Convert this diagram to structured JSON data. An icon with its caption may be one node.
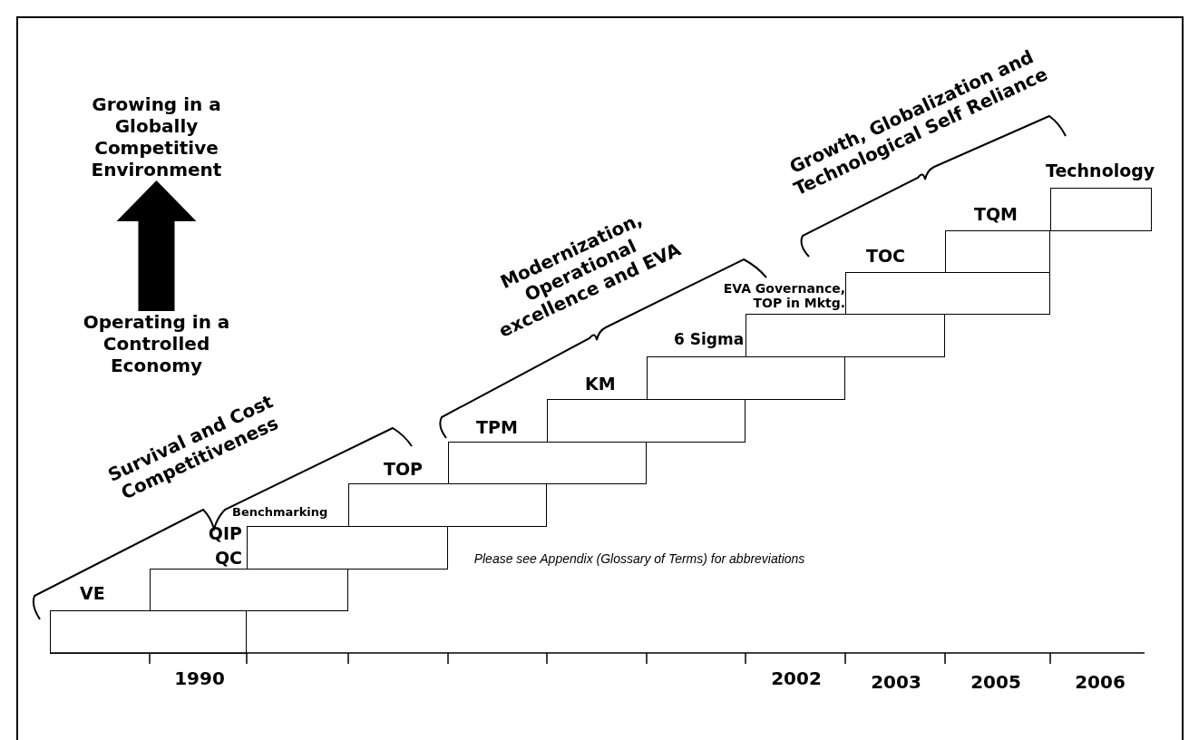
{
  "diagram": {
    "nodes": [
      {
        "text": [
          "Growing in a Globally Competitive Environment"
        ]
      },
      {
        "text": [
          "Operating in a Controlled Economy"
        ]
      },
      {
        "text": [
          "VE"
        ]
      },
      {
        "text": [
          "QC"
        ]
      },
      {
        "text": [
          "Benchmarking",
          "QIP"
        ]
      },
      {
        "text": [
          "TOP"
        ]
      },
      {
        "text": [
          "TPM"
        ]
      },
      {
        "text": [
          "KM"
        ]
      },
      {
        "text": [
          "6 Sigma"
        ]
      },
      {
        "text": [
          "EVA Governance, TOP in Mktg."
        ]
      },
      {
        "text": [
          "TOC"
        ]
      },
      {
        "text": [
          "TQM"
        ]
      },
      {
        "text": [
          "Technology"
        ]
      }
    ],
    "edges": [
      {
        "from": 1,
        "to": 0,
        "arrow": "to"
      }
    ],
    "labels": [
      "Survival and Cost Competitiveness",
      "Modernization, Operational excellence and EVA",
      "Growth, Globalization and Technological Self Reliance",
      "Please see Appendix (Glossary of Terms) for abbreviations",
      "1990",
      "2002",
      "2003",
      "2005",
      "2006"
    ]
  }
}
